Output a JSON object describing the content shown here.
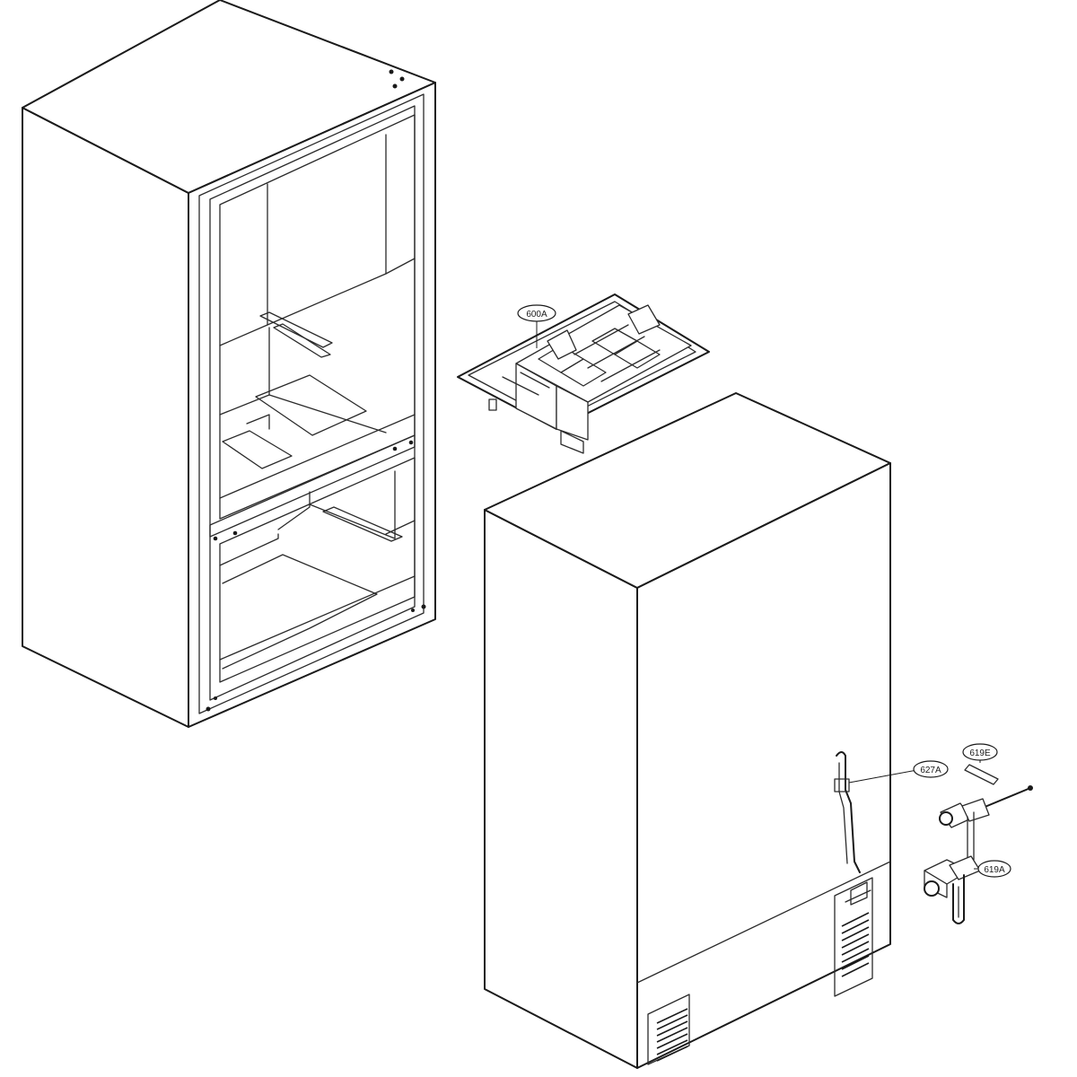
{
  "diagram": {
    "parts": [
      {
        "id": "cabinet-front",
        "label": "",
        "icon": "refrigerator-cabinet-front-icon"
      },
      {
        "id": "cabinet-rear",
        "label": "",
        "icon": "refrigerator-cabinet-rear-icon"
      },
      {
        "id": "ice-maker",
        "label": "600A",
        "icon": "ice-maker-icon"
      },
      {
        "id": "water-tube",
        "label": "627A",
        "icon": "water-tube-icon"
      },
      {
        "id": "valve-bracket",
        "label": "619E",
        "icon": "bracket-icon"
      },
      {
        "id": "water-valve",
        "label": "619A",
        "icon": "water-valve-icon"
      }
    ],
    "callouts": {
      "ice_maker": "600A",
      "water_tube": "627A",
      "bracket": "619E",
      "water_valve": "619A"
    }
  }
}
